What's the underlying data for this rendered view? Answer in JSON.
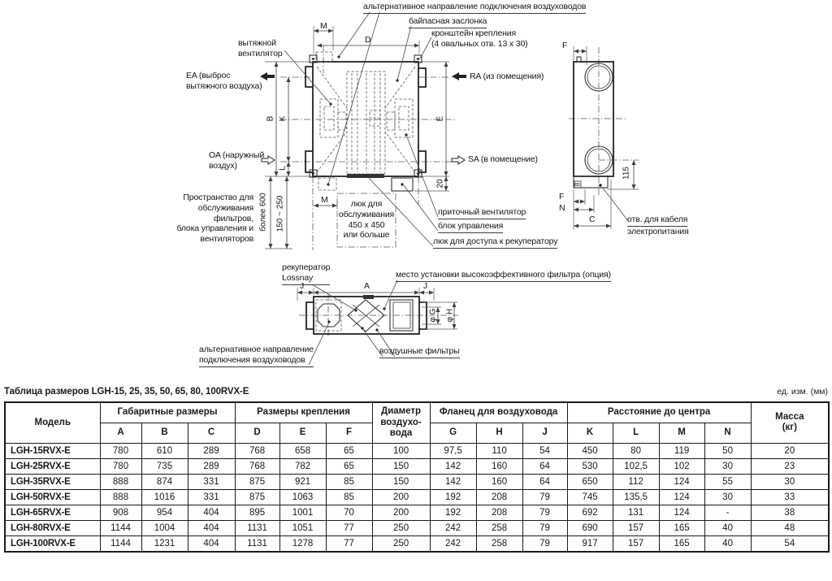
{
  "colors": {
    "ink": "#1a1a1a",
    "line": "#3c3c3c",
    "background": "#ffffff"
  },
  "diagram": {
    "top": {
      "alt_duct": "альтернативное направление подключения воздуховодов",
      "bypass": "байпасная заслонка",
      "bracket": "кронштейн крепления\n(4 овальных отв. 13 x 30)",
      "exhaust_fan": "вытяжной\nвентилятор",
      "ea": "EA (выброс\nвытяжного воздуха)",
      "ra": "RA (из помещения)",
      "oa": "OA (наружный\nвоздух)",
      "sa": "SA (в помещение)",
      "service_space": "Пространство для\nобслуживания фильтров,\nблока управления и\nвентиляторов",
      "min_600": "более 600",
      "range_150_250": "150 ~ 250",
      "service_hatch": "люк для\nобслуживания\n450 x 450\nили больше",
      "supply_fan": "приточный вентилятор",
      "control_box": "блок управления",
      "access_hatch": "люк для доступа к рекуператору",
      "dim_m_top": "M",
      "dim_d": "D",
      "dim_b": "B",
      "dim_k": "K",
      "dim_l": "L",
      "dim_e": "E",
      "dim_20": "20",
      "dim_m_bottom": "M"
    },
    "side": {
      "cable_hole_1": "отв. для кабеля",
      "cable_hole_2": "электропитания",
      "dim_f_top": "F",
      "dim_115": "115",
      "dim_f_bottom": "F",
      "dim_n": "N",
      "dim_c": "C",
      "dim_8": "8"
    },
    "bottom": {
      "recuperator": "рекуператор\nLossnay",
      "filter_option": "место установки высокоэффективного фильтра (опция)",
      "alt_duct": "альтернативное направление\nподключения воздуховодов",
      "air_filters": "воздушные фильтры",
      "dim_j_left": "J",
      "dim_a": "A",
      "dim_j_right": "J",
      "dim_phi_g": "φ G",
      "dim_phi_h": "φ H"
    }
  },
  "table": {
    "title": "Таблица размеров LGH-15, 25, 35, 50, 65, 80, 100RVX-E",
    "units_note": "ед. изм. (мм)",
    "header": {
      "model": "Модель",
      "overall": "Габаритные размеры",
      "mounting": "Размеры крепления",
      "duct_diameter": "Диаметр\nвоздухо-\nвода",
      "flange": "Фланец для воздуховода",
      "to_center": "Расстояние до центра",
      "mass": "Масса\n(кг)",
      "letters": [
        "A",
        "B",
        "C",
        "D",
        "E",
        "F",
        "G",
        "H",
        "J",
        "K",
        "L",
        "M",
        "N"
      ]
    },
    "rows": [
      {
        "model": "LGH-15RVX-E",
        "values": [
          "780",
          "610",
          "289",
          "768",
          "658",
          "65",
          "100",
          "97,5",
          "110",
          "54",
          "450",
          "80",
          "119",
          "50",
          "20"
        ]
      },
      {
        "model": "LGH-25RVX-E",
        "values": [
          "780",
          "735",
          "289",
          "768",
          "782",
          "65",
          "150",
          "142",
          "160",
          "64",
          "530",
          "102,5",
          "102",
          "30",
          "23"
        ]
      },
      {
        "model": "LGH-35RVX-E",
        "values": [
          "888",
          "874",
          "331",
          "875",
          "921",
          "85",
          "150",
          "142",
          "160",
          "64",
          "650",
          "112",
          "124",
          "55",
          "30"
        ]
      },
      {
        "model": "LGH-50RVX-E",
        "values": [
          "888",
          "1016",
          "331",
          "875",
          "1063",
          "85",
          "200",
          "192",
          "208",
          "79",
          "745",
          "135,5",
          "124",
          "30",
          "33"
        ]
      },
      {
        "model": "LGH-65RVX-E",
        "values": [
          "908",
          "954",
          "404",
          "895",
          "1001",
          "70",
          "200",
          "192",
          "208",
          "79",
          "692",
          "131",
          "124",
          "-",
          "38"
        ]
      },
      {
        "model": "LGH-80RVX-E",
        "values": [
          "1144",
          "1004",
          "404",
          "1131",
          "1051",
          "77",
          "250",
          "242",
          "258",
          "79",
          "690",
          "157",
          "165",
          "40",
          "48"
        ]
      },
      {
        "model": "LGH-100RVX-E",
        "values": [
          "1144",
          "1231",
          "404",
          "1131",
          "1278",
          "77",
          "250",
          "242",
          "258",
          "79",
          "917",
          "157",
          "165",
          "40",
          "54"
        ]
      }
    ]
  }
}
